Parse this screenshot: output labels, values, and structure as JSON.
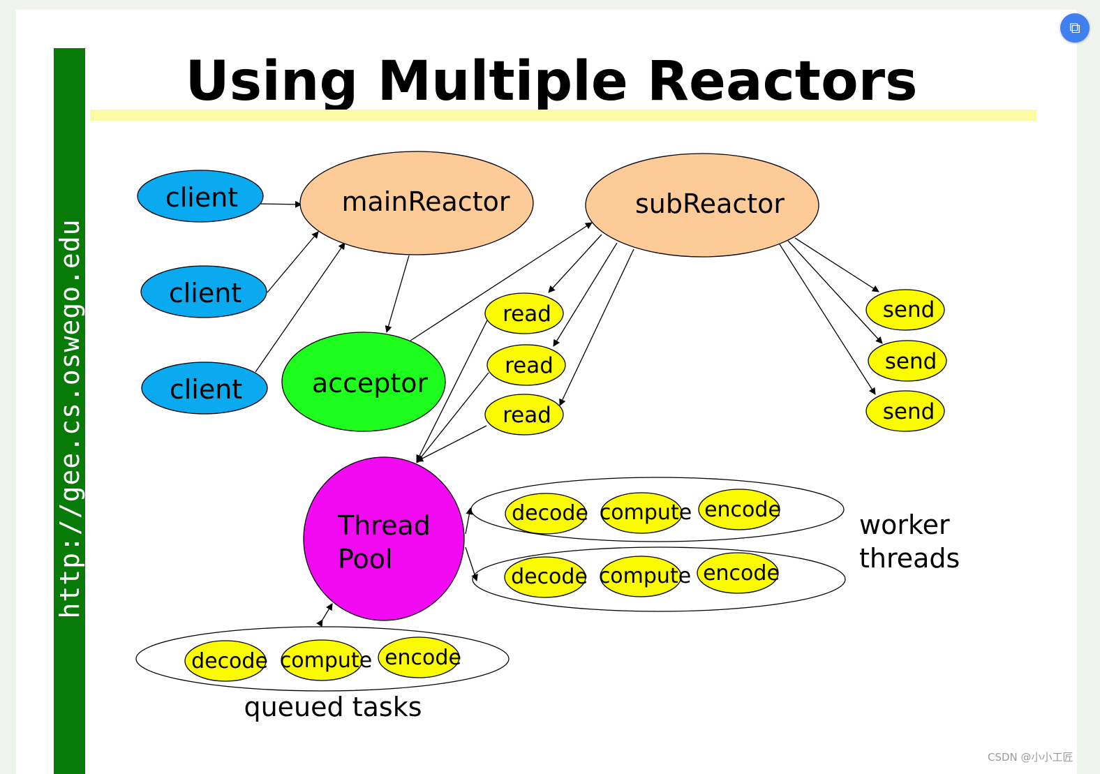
{
  "slide": {
    "title": "Using Multiple Reactors",
    "side_url": "http://gee.cs.oswego.edu"
  },
  "nodes": {
    "client1": "client",
    "client2": "client",
    "client3": "client",
    "main_reactor": "mainReactor",
    "sub_reactor": "subReactor",
    "acceptor": "acceptor",
    "read1": "read",
    "read2": "read",
    "read3": "read",
    "send1": "send",
    "send2": "send",
    "send3": "send",
    "thread_pool_line1": "Thread",
    "thread_pool_line2": "Pool"
  },
  "worker_rows": [
    [
      "decode",
      "compute",
      "encode"
    ],
    [
      "decode",
      "compute",
      "encode"
    ]
  ],
  "worker_threads_label": [
    "worker",
    "threads"
  ],
  "queued_tasks": [
    "decode",
    "compute",
    "encode"
  ],
  "queued_tasks_label": "queued tasks",
  "colors": {
    "client": "#0aaaf0",
    "reactor": "#fccb98",
    "acceptor": "#1efe1e",
    "io_task": "#fafa00",
    "thread_pool": "#f20af2",
    "side_bar": "#087a08",
    "title_underline": "#fbfba6"
  },
  "watermark": "CSDN @小小工匠",
  "share_icon": "screenshot-share-icon"
}
